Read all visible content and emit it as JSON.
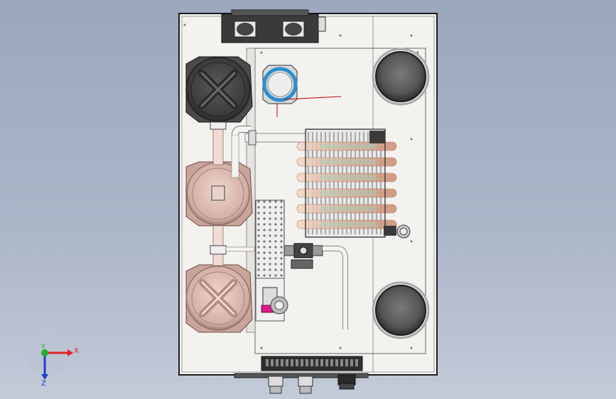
{
  "viewport": {
    "background": "gradient-blue-grey"
  },
  "triad": {
    "x_label": "X",
    "y_label": "Y",
    "z_label": "Z",
    "x_color": "#e0202a",
    "y_color": "#20b030",
    "z_color": "#2040c8"
  },
  "model": {
    "enclosure": "electronics-cabinet-top-view",
    "fan": "axial-fan",
    "pumps": [
      "diaphragm-pump",
      "diaphragm-pump",
      "diaphragm-pump"
    ],
    "heat_exchanger": "finned-coil",
    "speakers": [
      "round-diaphragm",
      "round-diaphragm"
    ],
    "connectors": [
      "cable-gland",
      "cable-gland",
      "cable-gland"
    ]
  },
  "colors": {
    "cabinet_fill": "#f3f1ee",
    "cabinet_edge": "#222222",
    "fan_body": "#3a3a3a",
    "pump_dark": "#4a4a4a",
    "pump_pink": "#d8b3aa",
    "copper": "#e2b39a",
    "fin": "#cfcfcf",
    "ring_blue": "#2a8fd0",
    "magenta": "#d81b8a"
  }
}
